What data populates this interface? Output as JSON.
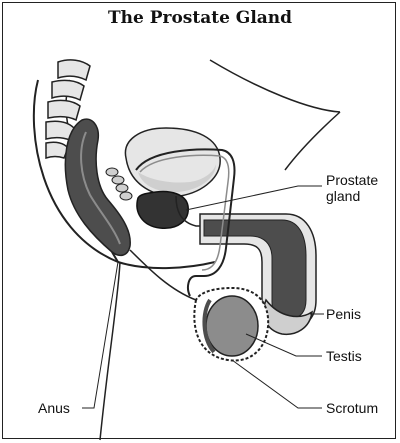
{
  "title": "The Prostate Gland",
  "labels": {
    "prostate": "Prostate\ngland",
    "penis": "Penis",
    "testis": "Testis",
    "anus": "Anus",
    "scrotum": "Scrotum"
  },
  "colors": {
    "outline": "#222222",
    "dark_gray": "#4d4d4d",
    "mid_gray": "#8c8c8c",
    "light_gray": "#cfcfcf",
    "pale_gray": "#e6e6e6"
  }
}
